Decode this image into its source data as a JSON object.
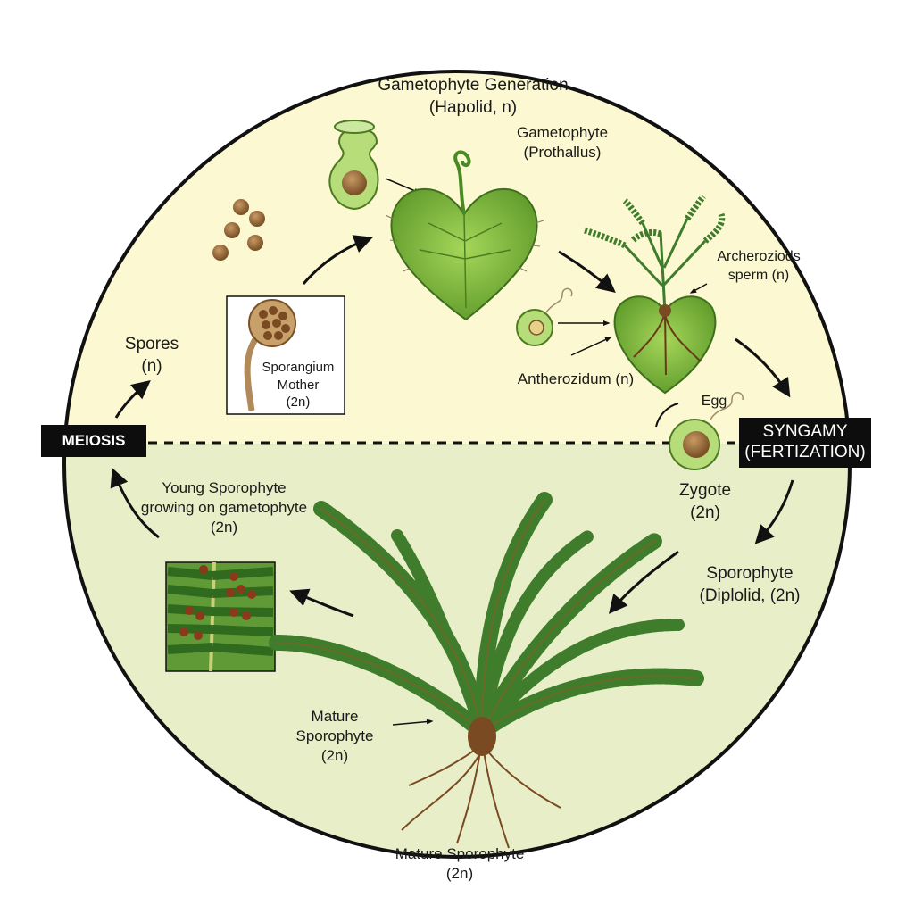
{
  "labels": {
    "gametophyte_generation": [
      "Gametophyte Generation",
      "(Hapolid, n)"
    ],
    "gametophyte_prothallus": [
      "Gametophyte",
      "(Prothallus)"
    ],
    "archerozoids": [
      "Archeroziods",
      "sperm (n)"
    ],
    "antherozidum": "Antherozidum (n)",
    "egg": "Egg",
    "spores": [
      "Spores",
      "(n)"
    ],
    "sporangium": [
      "Sporangium",
      "Mother",
      "(2n)"
    ],
    "meiosis": "MEIOSIS",
    "syngamy": [
      "SYNGAMY",
      "(FERTIZATION)"
    ],
    "zygote": [
      "Zygote",
      "(2n)"
    ],
    "young_sporophyte": [
      "Young Sporophyte",
      "growing on gametophyte",
      "(2n)"
    ],
    "sporophyte_diploid": [
      "Sporophyte",
      "(Diplolid, (2n)"
    ],
    "mature_sporophyte_mid": [
      "Mature",
      "Sporophyte",
      "(2n)"
    ],
    "mature_sporophyte_bottom": [
      "Mature Sporophyte",
      "(2n)"
    ]
  },
  "colors": {
    "haploid_bg": "#fbf8d2",
    "diploid_bg": "#e8efc8",
    "leaf_green": "#8cc43c",
    "frond_green": "#3f7d2c",
    "spore_brown": "#9a6a36",
    "root_brown": "#7a4a22",
    "tag_bg": "#0d0d0d"
  }
}
